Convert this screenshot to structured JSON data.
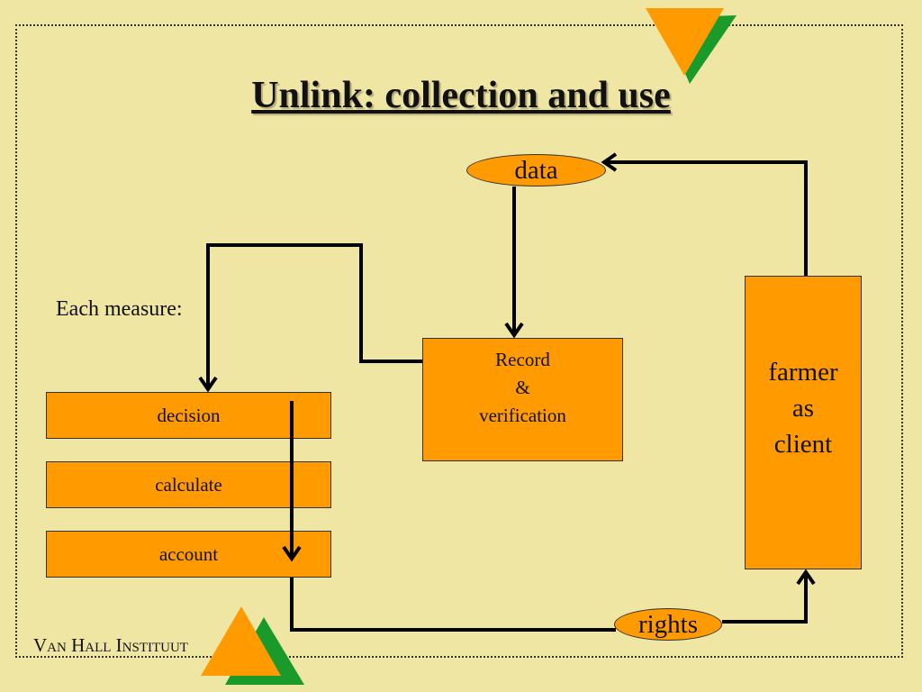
{
  "title": "Unlink: collection and use",
  "label_each_measure": "Each measure:",
  "nodes": {
    "data": "data",
    "record": [
      "Record",
      "&",
      "verification"
    ],
    "farmer": [
      "farmer",
      "as",
      "client"
    ],
    "decision": "decision",
    "calculate": "calculate",
    "account": "account",
    "rights": "rights"
  },
  "footer": "Van Hall Instituut",
  "colors": {
    "background": "#f0e6a4",
    "box_fill": "#ff9a00",
    "triangle_orange": "#ff9a00",
    "triangle_green": "#1a9a2a",
    "arrow": "#000000"
  }
}
